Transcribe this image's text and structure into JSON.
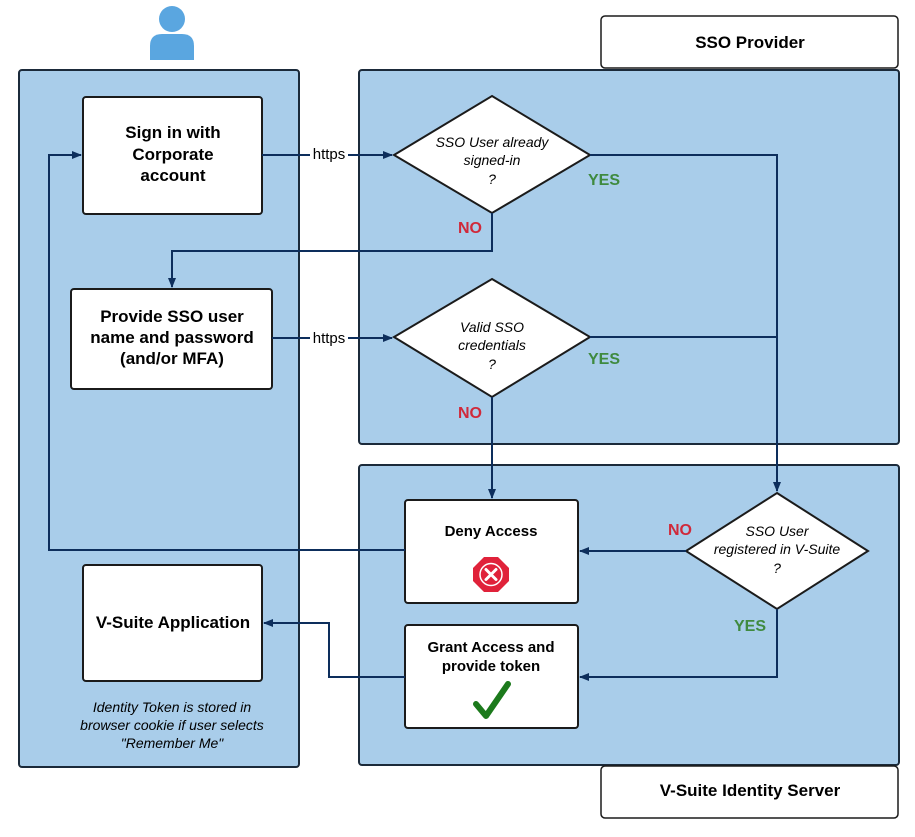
{
  "lanes": {
    "sso_provider": "SSO Provider",
    "identity_server": "V-Suite Identity Server"
  },
  "nodes": {
    "sign_in": [
      "Sign in with",
      "Corporate",
      "account"
    ],
    "provide_creds": [
      "Provide SSO user",
      "name and password",
      "(and/or MFA)"
    ],
    "vsuite_app": "V-Suite Application",
    "app_note": [
      "Identity Token is stored in",
      "browser cookie if user selects",
      "\"Remember Me\""
    ],
    "signed_in_q": [
      "SSO User already",
      "signed-in",
      "?"
    ],
    "valid_q": [
      "Valid SSO",
      "credentials",
      "?"
    ],
    "registered_q": [
      "SSO User",
      "registered in V-Suite",
      "?"
    ],
    "deny": "Deny Access",
    "grant": [
      "Grant Access and",
      "provide token"
    ]
  },
  "edges": {
    "https_1": "https",
    "https_2": "https",
    "yes_1": "YES",
    "no_1": "NO",
    "yes_2": "YES",
    "no_2": "NO",
    "no_3": "NO",
    "yes_3": "YES"
  },
  "icons": {
    "user": "user-icon",
    "deny": "x-octagon-icon",
    "grant": "checkmark-icon"
  },
  "colors": {
    "panel": "#a9cdea",
    "edge": "#0d2e5c",
    "yes": "#3f8a3f",
    "no": "#d0293a",
    "user": "#5aa6e0"
  }
}
